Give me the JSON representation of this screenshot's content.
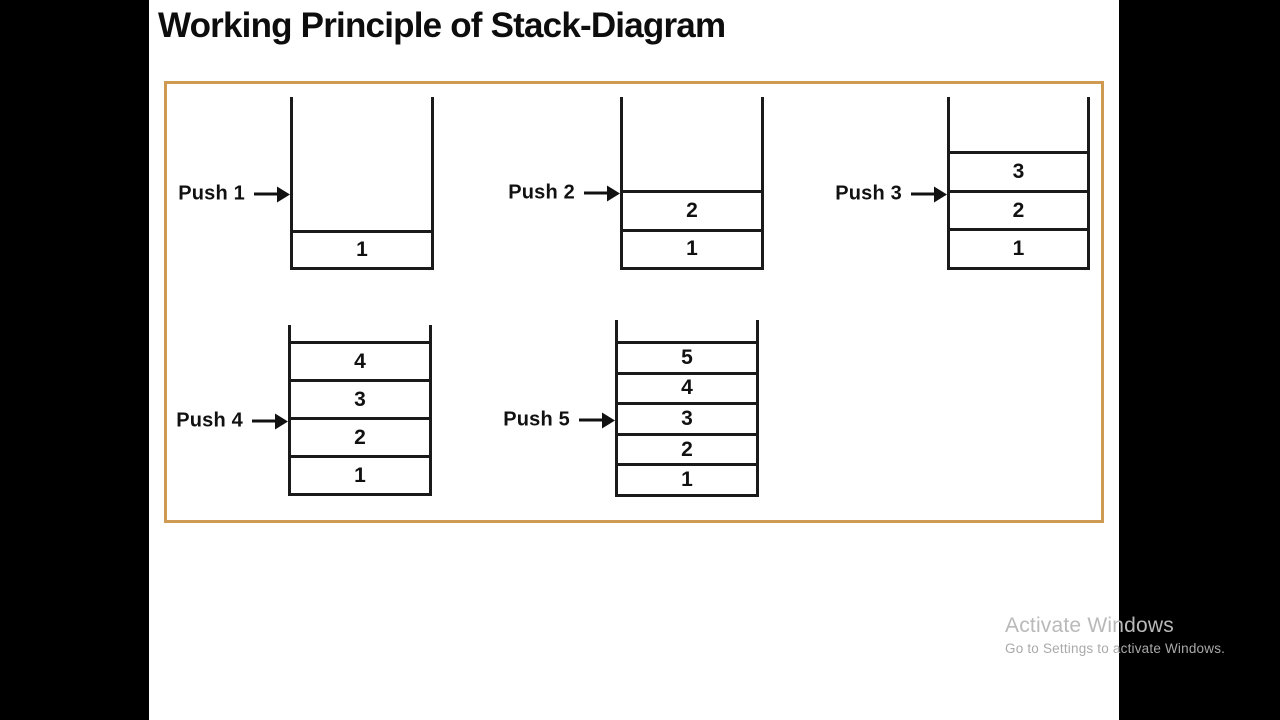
{
  "title": "Working Principle of Stack-Diagram",
  "stacks": [
    {
      "label": "Push 1",
      "items": [
        "1"
      ]
    },
    {
      "label": "Push 2",
      "items": [
        "2",
        "1"
      ]
    },
    {
      "label": "Push 3",
      "items": [
        "3",
        "2",
        "1"
      ]
    },
    {
      "label": "Push 4",
      "items": [
        "4",
        "3",
        "2",
        "1"
      ]
    },
    {
      "label": "Push 5",
      "items": [
        "5",
        "4",
        "3",
        "2",
        "1"
      ]
    }
  ],
  "watermark": {
    "line1": "Activate Windows",
    "line2": "Go to Settings to activate Windows."
  },
  "colors": {
    "frame_border": "#cf9a52",
    "diagram_lines": "#1a1a1a",
    "letterbox": "#000000"
  }
}
